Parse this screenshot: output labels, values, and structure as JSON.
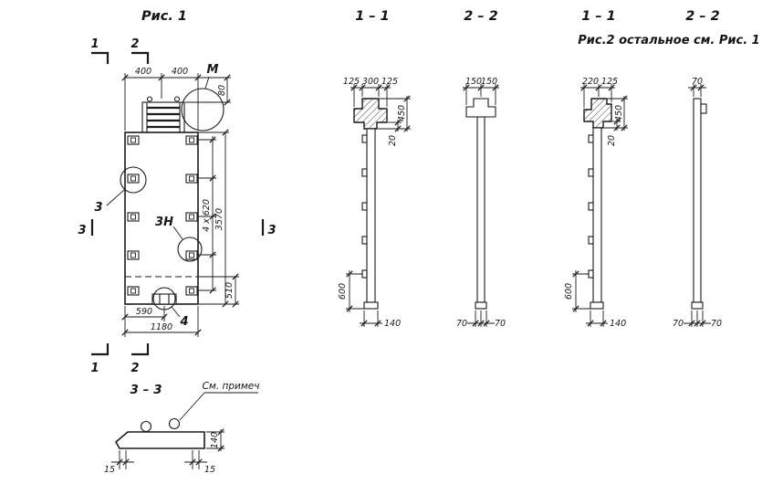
{
  "colors": {
    "ink": "#1a1a1a",
    "background": "#ffffff"
  },
  "titles": {
    "fig1": "Рис. 1",
    "s11a": "1 – 1",
    "s22a": "2 – 2",
    "s11b": "1 – 1",
    "s22b": "2 – 2",
    "fig2": "Рис.2 остальное см. Рис. 1",
    "s33": "3 – 3",
    "see_note": "См. примеч"
  },
  "plan": {
    "cut1_top": "1",
    "cut2_top": "2",
    "cut1_bot": "1",
    "cut2_bot": "2",
    "cut3_left": "3",
    "cut3_right": "3",
    "d400a": "400",
    "d400b": "400",
    "d80": "80",
    "call_m": "M",
    "call_3": "3",
    "call_3n": "3Н",
    "call_4": "4",
    "d4x620": "4 x 620",
    "d3570": "3570",
    "d510": "510",
    "d590": "590",
    "d1180": "1180"
  },
  "s11a": {
    "d125l": "125",
    "d300": "300",
    "d125r": "125",
    "d450": "450",
    "d20": "20",
    "d600": "600",
    "d140": "140"
  },
  "s22a": {
    "d150l": "150",
    "d150r": "150",
    "d70l": "70",
    "d70r": "70"
  },
  "s11b": {
    "d220": "220",
    "d125": "125",
    "d450": "450",
    "d20": "20",
    "d600": "600",
    "d140": "140"
  },
  "s22b": {
    "d70t": "70",
    "d70l": "70",
    "d70r": "70"
  },
  "s33": {
    "d140": "140",
    "d15l": "15",
    "d15r": "15"
  }
}
